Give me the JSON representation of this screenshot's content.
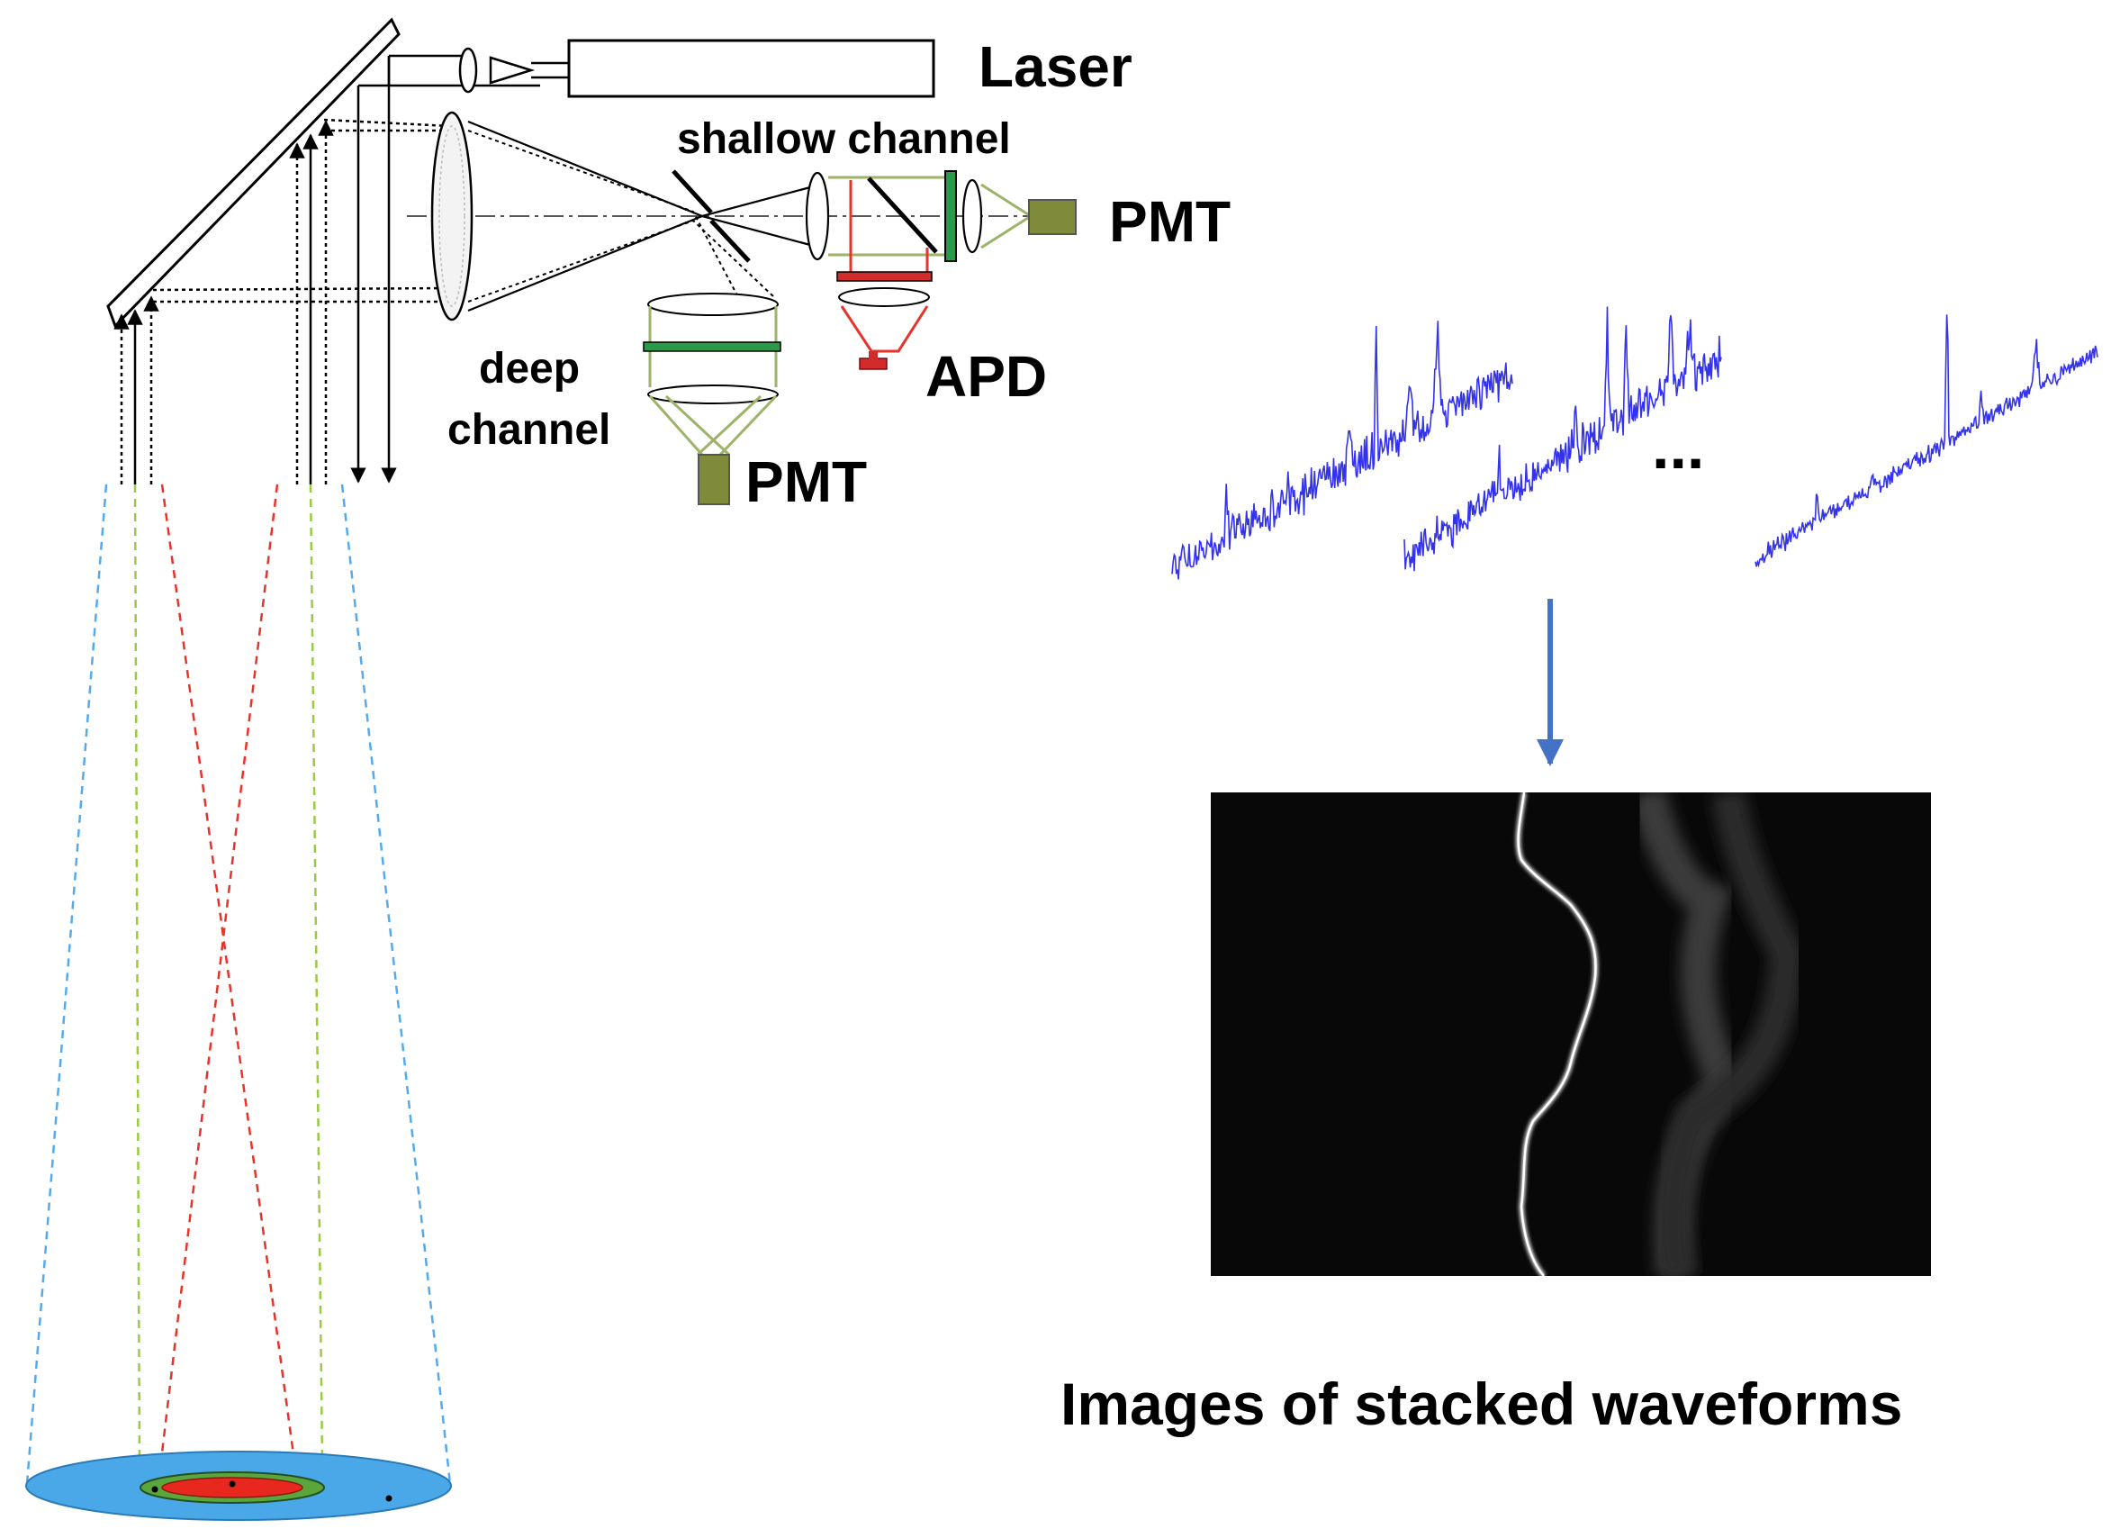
{
  "labels": {
    "laser": "Laser",
    "shallow_channel": "shallow channel",
    "pmt_right": "PMT",
    "apd": "APD",
    "deep_line1": "deep",
    "deep_line2": "channel",
    "pmt_bottom": "PMT",
    "ellipsis": "...",
    "caption": "Images of stacked waveforms"
  },
  "colors": {
    "waveform": "#3333ee",
    "arrow": "#4472c4",
    "blue_dash": "#55aaee",
    "green_dash": "#9cc84a",
    "red_dash": "#e8332a",
    "ground_outer": "#4aa8e8",
    "ground_mid": "#5aa63c",
    "ground_inner": "#e8281e",
    "detector_olive": "#7f8a3a",
    "filter_green": "#2a9a48",
    "filter_red": "#d22b2b"
  }
}
